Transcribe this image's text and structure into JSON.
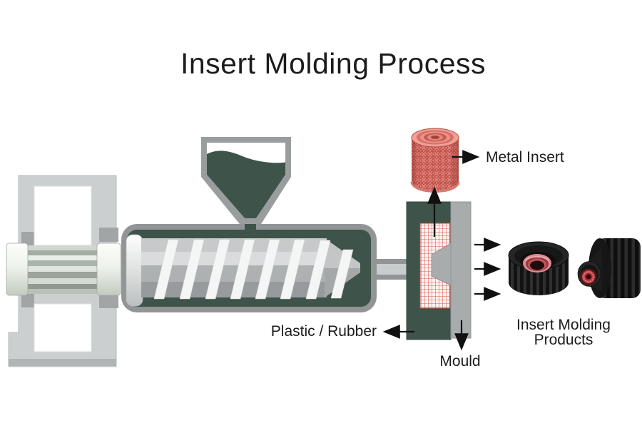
{
  "title": "Insert Molding Process",
  "labels": {
    "metal_insert": "Metal Insert",
    "plastic_rubber": "Plastic / Rubber",
    "mould": "Mould",
    "products_line1": "Insert Molding",
    "products_line2": "Products"
  },
  "diagram": {
    "type": "process-diagram",
    "components": [
      {
        "name": "drive-unit",
        "description": "motor with ribbed cylinder in gray frame"
      },
      {
        "name": "hopper",
        "description": "feed hopper filled with dark green material"
      },
      {
        "name": "barrel-with-screw",
        "description": "injection barrel with white-flighted screw"
      },
      {
        "name": "nozzle",
        "description": "channel from barrel into mould"
      },
      {
        "name": "mould",
        "description": "green mould block with red gridded cavity and gray core plate"
      },
      {
        "name": "metal-insert",
        "description": "red knurled threaded metal insert"
      },
      {
        "name": "products",
        "description": "two black knobs with red metal inserts"
      }
    ]
  },
  "colors": {
    "background": "#ffffff",
    "material_green": "#3e5349",
    "machine_border_gray": "#919596",
    "frame_light_gray": "#cbcfd0",
    "mould_plate_gray": "#a8acad",
    "cavity_base_pink": "#fdf2f0",
    "cavity_grid_red": "#d65c52",
    "insert_red": "#e8857d",
    "insert_red_dark": "#b24a42",
    "product_black": "#1a1a1a",
    "text_black": "#1c1c1c",
    "arrow_black": "#111111"
  }
}
